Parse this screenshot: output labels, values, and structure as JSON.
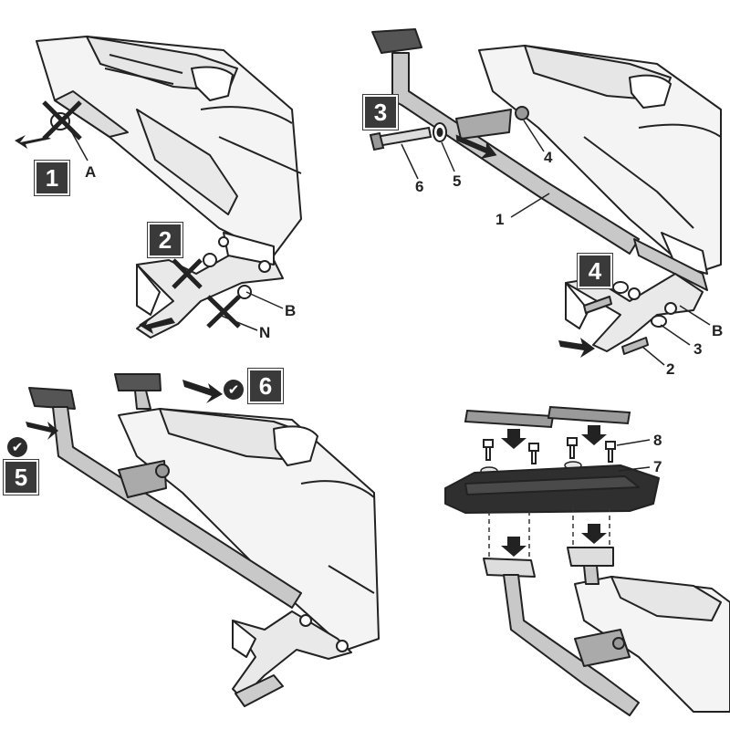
{
  "steps": [
    "1",
    "2",
    "3",
    "4",
    "5",
    "6"
  ],
  "callouts": {
    "A": "A",
    "B1": "B",
    "N": "N",
    "part1": "1",
    "part2": "2",
    "part3": "3",
    "part4": "4",
    "part5": "5",
    "part6": "6",
    "partB": "B",
    "part7": "7",
    "part8": "8"
  },
  "ok_mark": "✔",
  "colors": {
    "badge": "#3a3a3a",
    "line": "#222222",
    "metal": "#c8c8c8",
    "plate": "#2f2f2f"
  }
}
